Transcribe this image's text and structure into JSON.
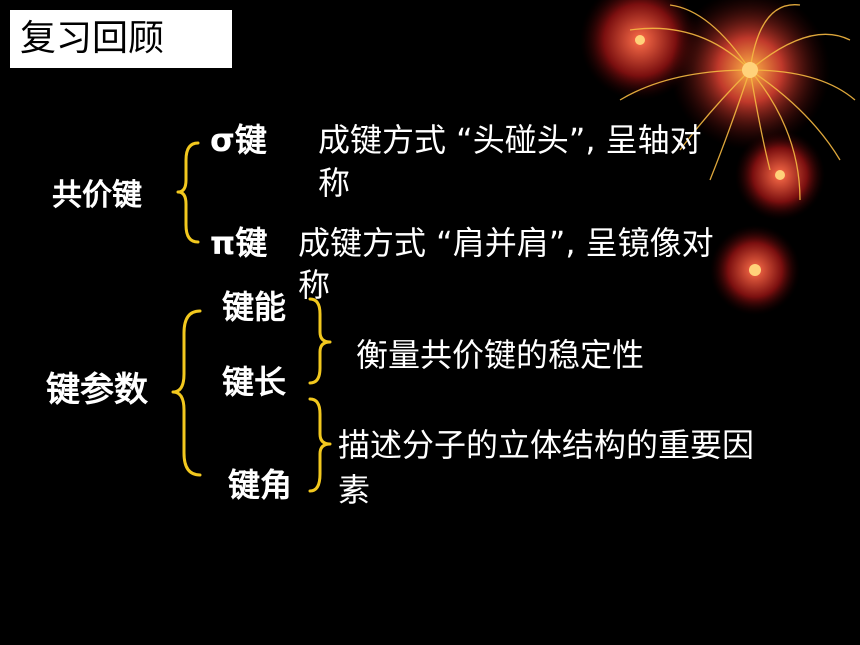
{
  "title": "复习回顾",
  "covalent": {
    "label": "共价键",
    "sigma": {
      "symbol": "σ键",
      "desc_line1": "成键方式 “头碰头”, 呈轴对",
      "desc_line2": "称"
    },
    "pi": {
      "symbol": "π键",
      "desc_line1": "成键方式 “肩并肩”, 呈镜像对",
      "desc_line2": "称"
    }
  },
  "params": {
    "label": "键参数",
    "energy": "键能",
    "length": "键长",
    "angle": "键角",
    "stability": "衡量共价键的稳定性",
    "structure_line1": "描述分子的立体结构的重要因",
    "structure_line2": "素"
  },
  "colors": {
    "brace": "#f2c81e",
    "title_bg": "#ffffff",
    "background": "#000000"
  }
}
